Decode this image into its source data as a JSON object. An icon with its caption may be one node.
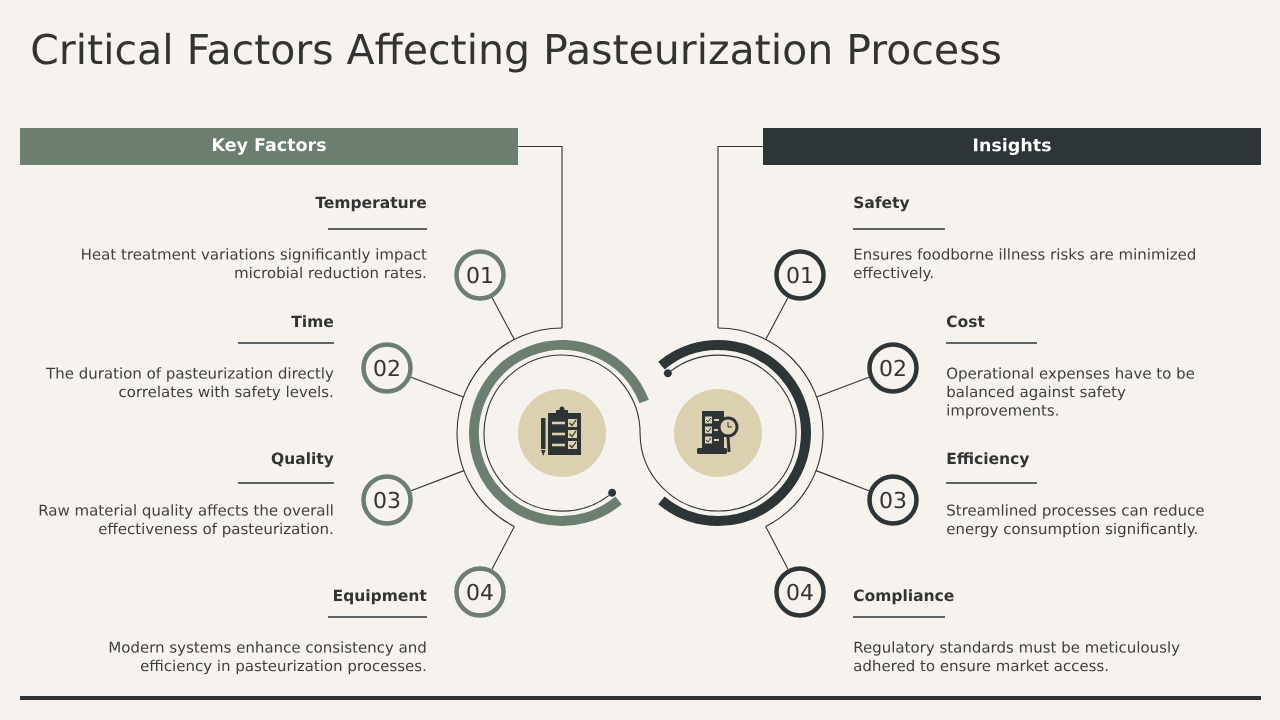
{
  "diagram": {
    "title": "Critical Factors Affecting Pasteurization Process",
    "nodes": [
      {
        "text": [
          "Key Factors"
        ]
      },
      {
        "text": [
          "Insights"
        ]
      },
      {
        "text": [],
        "shape": "circle"
      },
      {
        "text": [],
        "shape": "circle"
      },
      {
        "text": [
          "01"
        ],
        "beside": [
          "Temperature",
          "Heat treatment variations significantly impact microbial reduction rates."
        ]
      },
      {
        "text": [
          "02"
        ],
        "beside": [
          "Time",
          "The duration of pasteurization directly correlates with safety levels."
        ]
      },
      {
        "text": [
          "03"
        ],
        "beside": [
          "Quality",
          "Raw material quality affects the overall effectiveness of pasteurization."
        ]
      },
      {
        "text": [
          "04"
        ],
        "beside": [
          "Equipment",
          "Modern systems enhance consistency and efficiency in pasteurization processes."
        ]
      },
      {
        "text": [
          "01"
        ],
        "beside": [
          "Safety",
          "Ensures foodborne illness risks are minimized effectively."
        ]
      },
      {
        "text": [
          "02"
        ],
        "beside": [
          "Cost",
          "Operational expenses have to be balanced against safety improvements."
        ]
      },
      {
        "text": [
          "03"
        ],
        "beside": [
          "Efficiency",
          "Streamlined processes can reduce energy consumption significantly."
        ]
      },
      {
        "text": [
          "04"
        ],
        "beside": [
          "Compliance",
          "Regulatory standards must be meticulously adhered to ensure market access."
        ]
      },
      {
        "text": [],
        "shape": "circle",
        "in": 2
      },
      {
        "text": [],
        "shape": "circle",
        "in": 3
      }
    ],
    "edges": [
      {
        "from": 0,
        "to": 2,
        "arrow": "none"
      },
      {
        "from": 1,
        "to": 3,
        "arrow": "none"
      },
      {
        "from": 2,
        "to": 4,
        "arrow": "none"
      },
      {
        "from": 2,
        "to": 5,
        "arrow": "none"
      },
      {
        "from": 2,
        "to": 6,
        "arrow": "none"
      },
      {
        "from": 2,
        "to": 7,
        "arrow": "none"
      },
      {
        "from": 3,
        "to": 8,
        "arrow": "none"
      },
      {
        "from": 3,
        "to": 9,
        "arrow": "none"
      },
      {
        "from": 3,
        "to": 10,
        "arrow": "none"
      },
      {
        "from": 3,
        "to": 11,
        "arrow": "none"
      },
      {
        "from": 12,
        "to": 13,
        "arrow": "none"
      }
    ]
  }
}
